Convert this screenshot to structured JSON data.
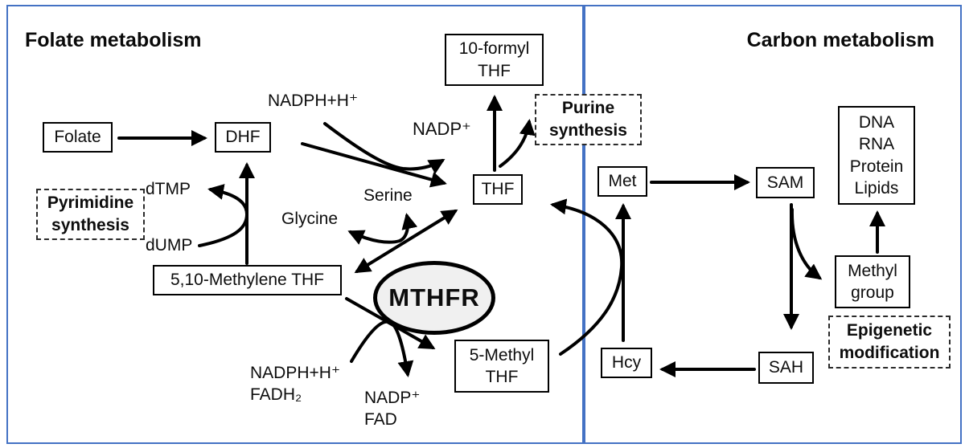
{
  "diagram": {
    "left_panel_title": "Folate metabolism",
    "right_panel_title": "Carbon metabolism"
  },
  "enzyme": {
    "label": "MTHFR"
  },
  "nodes": {
    "folate": "Folate",
    "dhf": "DHF",
    "formyl_thf": "10-formyl\nTHF",
    "thf": "THF",
    "methylene_thf": "5,10-Methylene THF",
    "methyl_thf": "5-Methyl\nTHF",
    "met": "Met",
    "sam": "SAM",
    "hcy": "Hcy",
    "sah": "SAH",
    "dna_rna_protein_lipids": "DNA\nRNA\nProtein\nLipids",
    "methyl_group": "Methyl\ngroup"
  },
  "process_boxes": {
    "pyrimidine": "Pyrimidine\nsynthesis",
    "purine": "Purine\nsynthesis",
    "epigenetic": "Epigenetic\nmodification"
  },
  "cofactor_labels": {
    "nadph_h_top": "NADPH+H⁺",
    "nadp_top": "NADP⁺",
    "serine": "Serine",
    "glycine": "Glycine",
    "dtmp": "dTMP",
    "dump": "dUMP",
    "nadph_fadh2": "NADPH+H⁺\nFADH₂",
    "nadp_fad": "NADP⁺\nFAD"
  },
  "colors": {
    "panel_border": "#4472c4",
    "arrow": "#000000",
    "enzyme_fill": "#f0f0f0"
  }
}
